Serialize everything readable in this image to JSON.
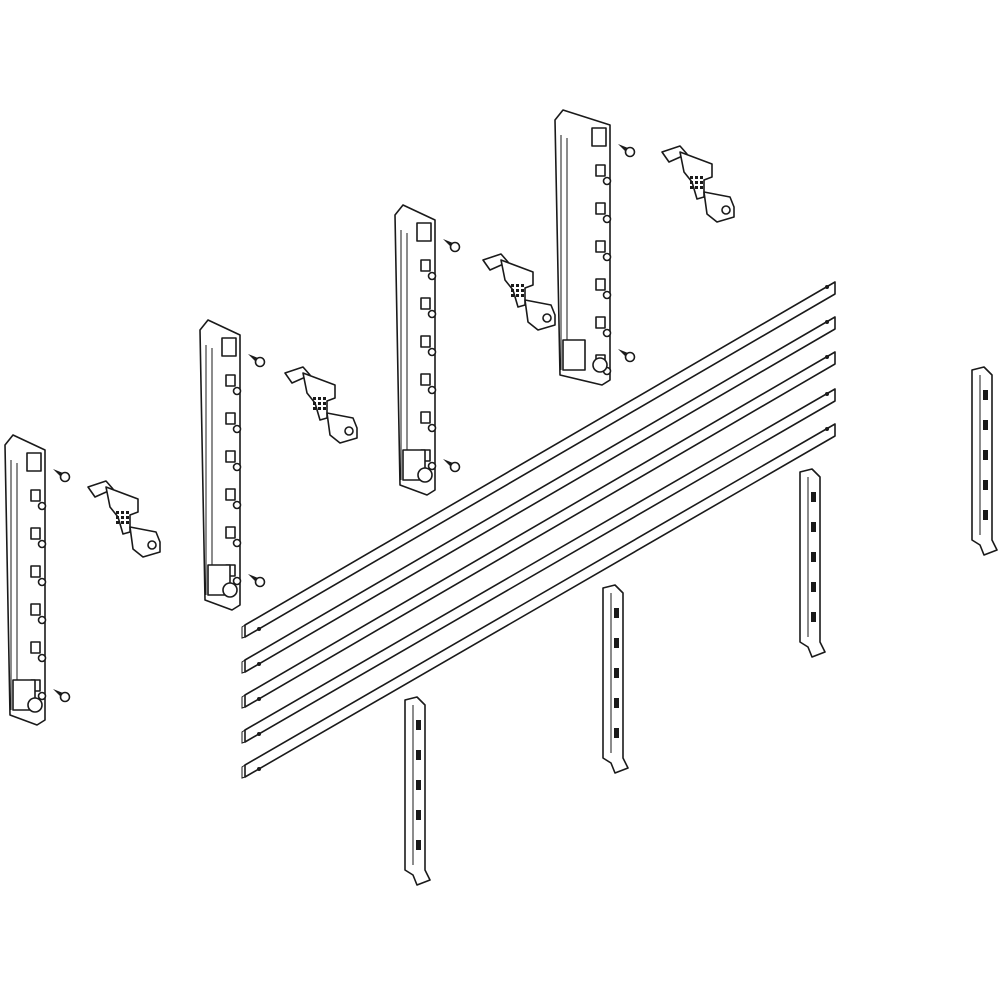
{
  "drawing": {
    "line_color": "#1a1a1a",
    "background": "#ffffff",
    "parts": {
      "busbar_holders": 4,
      "connectors": 4,
      "screws": 8,
      "busbars": 5,
      "busbar_supports": 4
    }
  }
}
